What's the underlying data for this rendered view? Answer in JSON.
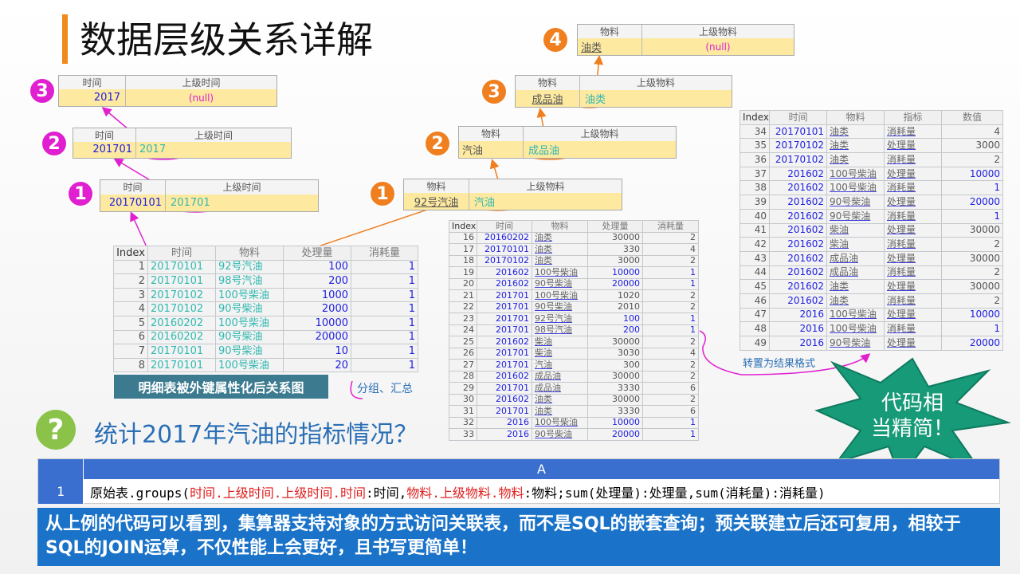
{
  "title": "数据层级关系详解",
  "time_hier": [
    {
      "num": "3",
      "h1": "时间",
      "h2": "上级时间",
      "v1": "2017",
      "v2": "(null)"
    },
    {
      "num": "2",
      "h1": "时间",
      "h2": "上级时间",
      "v1": "201701",
      "v2": "2017"
    },
    {
      "num": "1",
      "h1": "时间",
      "h2": "上级时间",
      "v1": "20170101",
      "v2": "201701"
    }
  ],
  "mat_hier": [
    {
      "num": "1",
      "h1": "物料",
      "h2": "上级物料",
      "v1": "92号汽油",
      "v2": "汽油"
    },
    {
      "num": "2",
      "h1": "物料",
      "h2": "上级物料",
      "v1": "汽油",
      "v2": "成品油"
    },
    {
      "num": "3",
      "h1": "物料",
      "h2": "上级物料",
      "v1": "成品油",
      "v2": "油类"
    },
    {
      "num": "4",
      "h1": "物料",
      "h2": "上级物料",
      "v1": "油类",
      "v2": "(null)"
    }
  ],
  "detail": {
    "headers": [
      "Index",
      "时间",
      "物料",
      "处理量",
      "消耗量"
    ],
    "rows": [
      [
        "1",
        "20170101",
        "92号汽油",
        "100",
        "1"
      ],
      [
        "2",
        "20170101",
        "98号汽油",
        "200",
        "1"
      ],
      [
        "3",
        "20170102",
        "100号柴油",
        "1000",
        "1"
      ],
      [
        "4",
        "20170102",
        "90号柴油",
        "2000",
        "1"
      ],
      [
        "5",
        "20160202",
        "100号柴油",
        "10000",
        "1"
      ],
      [
        "6",
        "20160202",
        "90号柴油",
        "20000",
        "1"
      ],
      [
        "7",
        "20170101",
        "90号柴油",
        "10",
        "1"
      ],
      [
        "8",
        "20170101",
        "100号柴油",
        "20",
        "1"
      ]
    ],
    "caption": "明细表被外键属性化后关系图"
  },
  "group_note": "分组、汇总",
  "grouped": {
    "headers": [
      "Index",
      "时间",
      "物料",
      "处理量",
      "消耗量"
    ],
    "rows": [
      [
        "16",
        "20160202",
        "油类",
        "30000",
        "2"
      ],
      [
        "17",
        "20170101",
        "油类",
        "330",
        "4"
      ],
      [
        "18",
        "20170102",
        "油类",
        "3000",
        "2"
      ],
      [
        "19",
        "201602",
        "100号柴油",
        "10000",
        "1"
      ],
      [
        "20",
        "201602",
        "90号柴油",
        "20000",
        "1"
      ],
      [
        "21",
        "201701",
        "100号柴油",
        "1020",
        "2"
      ],
      [
        "22",
        "201701",
        "90号柴油",
        "2010",
        "2"
      ],
      [
        "23",
        "201701",
        "92号汽油",
        "100",
        "1"
      ],
      [
        "24",
        "201701",
        "98号汽油",
        "200",
        "1"
      ],
      [
        "25",
        "201602",
        "柴油",
        "30000",
        "2"
      ],
      [
        "26",
        "201701",
        "柴油",
        "3030",
        "4"
      ],
      [
        "27",
        "201701",
        "汽油",
        "300",
        "2"
      ],
      [
        "28",
        "201602",
        "成品油",
        "30000",
        "2"
      ],
      [
        "29",
        "201701",
        "成品油",
        "3330",
        "6"
      ],
      [
        "30",
        "201602",
        "油类",
        "30000",
        "2"
      ],
      [
        "31",
        "201701",
        "油类",
        "3330",
        "6"
      ],
      [
        "32",
        "2016",
        "100号柴油",
        "10000",
        "1"
      ],
      [
        "33",
        "2016",
        "90号柴油",
        "20000",
        "1"
      ]
    ]
  },
  "transpose_note": "转置为结果格式",
  "result": {
    "headers": [
      "Index",
      "时间",
      "物料",
      "指标",
      "数值"
    ],
    "rows": [
      [
        "34",
        "20170101",
        "油类",
        "消耗量",
        "4"
      ],
      [
        "35",
        "20170102",
        "油类",
        "处理量",
        "3000"
      ],
      [
        "36",
        "20170102",
        "油类",
        "消耗量",
        "2"
      ],
      [
        "37",
        "201602",
        "100号柴油",
        "处理量",
        "10000"
      ],
      [
        "38",
        "201602",
        "100号柴油",
        "消耗量",
        "1"
      ],
      [
        "39",
        "201602",
        "90号柴油",
        "处理量",
        "20000"
      ],
      [
        "40",
        "201602",
        "90号柴油",
        "消耗量",
        "1"
      ],
      [
        "41",
        "201602",
        "柴油",
        "处理量",
        "30000"
      ],
      [
        "42",
        "201602",
        "柴油",
        "消耗量",
        "2"
      ],
      [
        "43",
        "201602",
        "成品油",
        "处理量",
        "30000"
      ],
      [
        "44",
        "201602",
        "成品油",
        "消耗量",
        "2"
      ],
      [
        "45",
        "201602",
        "油类",
        "处理量",
        "30000"
      ],
      [
        "46",
        "201602",
        "油类",
        "消耗量",
        "2"
      ],
      [
        "47",
        "2016",
        "100号柴油",
        "处理量",
        "10000"
      ],
      [
        "48",
        "2016",
        "100号柴油",
        "消耗量",
        "1"
      ],
      [
        "49",
        "2016",
        "90号柴油",
        "处理量",
        "20000"
      ]
    ]
  },
  "star_text_1": "代码相",
  "star_text_2": "当精简！",
  "question": "统计2017年汽油的指标情况？",
  "question_icon": "?",
  "code": {
    "col": "A",
    "row": "1",
    "parts": [
      [
        "原始表.groups(",
        ""
      ],
      [
        "时间.上级时间.上级时间.时间",
        "red"
      ],
      [
        ":时间,",
        ""
      ],
      [
        "物料.上级物料.物料",
        "red"
      ],
      [
        ":物料;sum(处理量):处理量,sum(消耗量):消耗量)",
        ""
      ]
    ]
  },
  "summary": "从上例的代码可以看到，集算器支持对象的方式访问关联表，而不是SQL的嵌套查询；预关联建立后还可复用，相较于SQL的JOIN运算，不仅性能上会更好，且书写更简单！"
}
